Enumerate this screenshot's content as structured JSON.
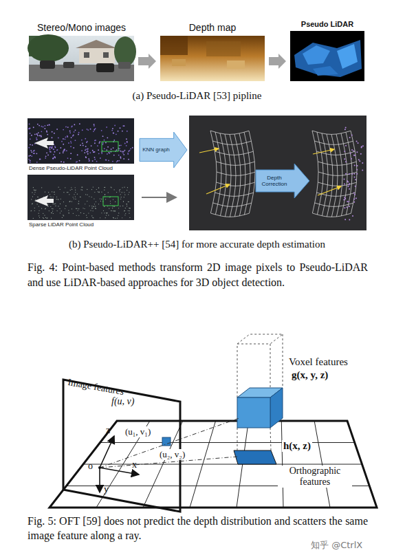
{
  "diagram": {
    "nodes": [
      {
        "text": [
          "Stereo/Mono images"
        ]
      },
      {
        "text": [
          "Depth map"
        ]
      },
      {
        "text": [
          "Pseudo LiDAR"
        ]
      },
      {
        "text": [
          "Dense Pseudo-LiDAR Point Cloud"
        ]
      },
      {
        "text": [
          "Sparse LiDAR Point Cloud"
        ]
      },
      {
        "text": [
          "KNN graph"
        ]
      },
      {
        "text": [
          "Depth Correction"
        ]
      }
    ],
    "edges": [
      {
        "from": 0,
        "to": 1,
        "arrow": "to"
      },
      {
        "from": 1,
        "to": 2,
        "arrow": "to"
      }
    ],
    "labels": [
      "(a) Pseudo-LiDAR [53] pipline",
      "(b) Pseudo-LiDAR++ [54] for more accurate depth estimation",
      "Fig. 4: Point-based methods transform 2D image pixels to Pseudo-LiDAR and use LiDAR-based approaches for 3D object detection.",
      "Image features",
      "f(u, v)",
      "o",
      "z",
      "x",
      "y",
      "(u₁, v₁)",
      "(u₂, v₂)",
      "Voxel features",
      "g(x, y, z)",
      "h(x, z)",
      "Orthographic features",
      "Fig. 5: OFT [59] does not predict the depth distribution and scatters the same image feature along a ray.",
      "知乎 @CtrlX"
    ]
  }
}
